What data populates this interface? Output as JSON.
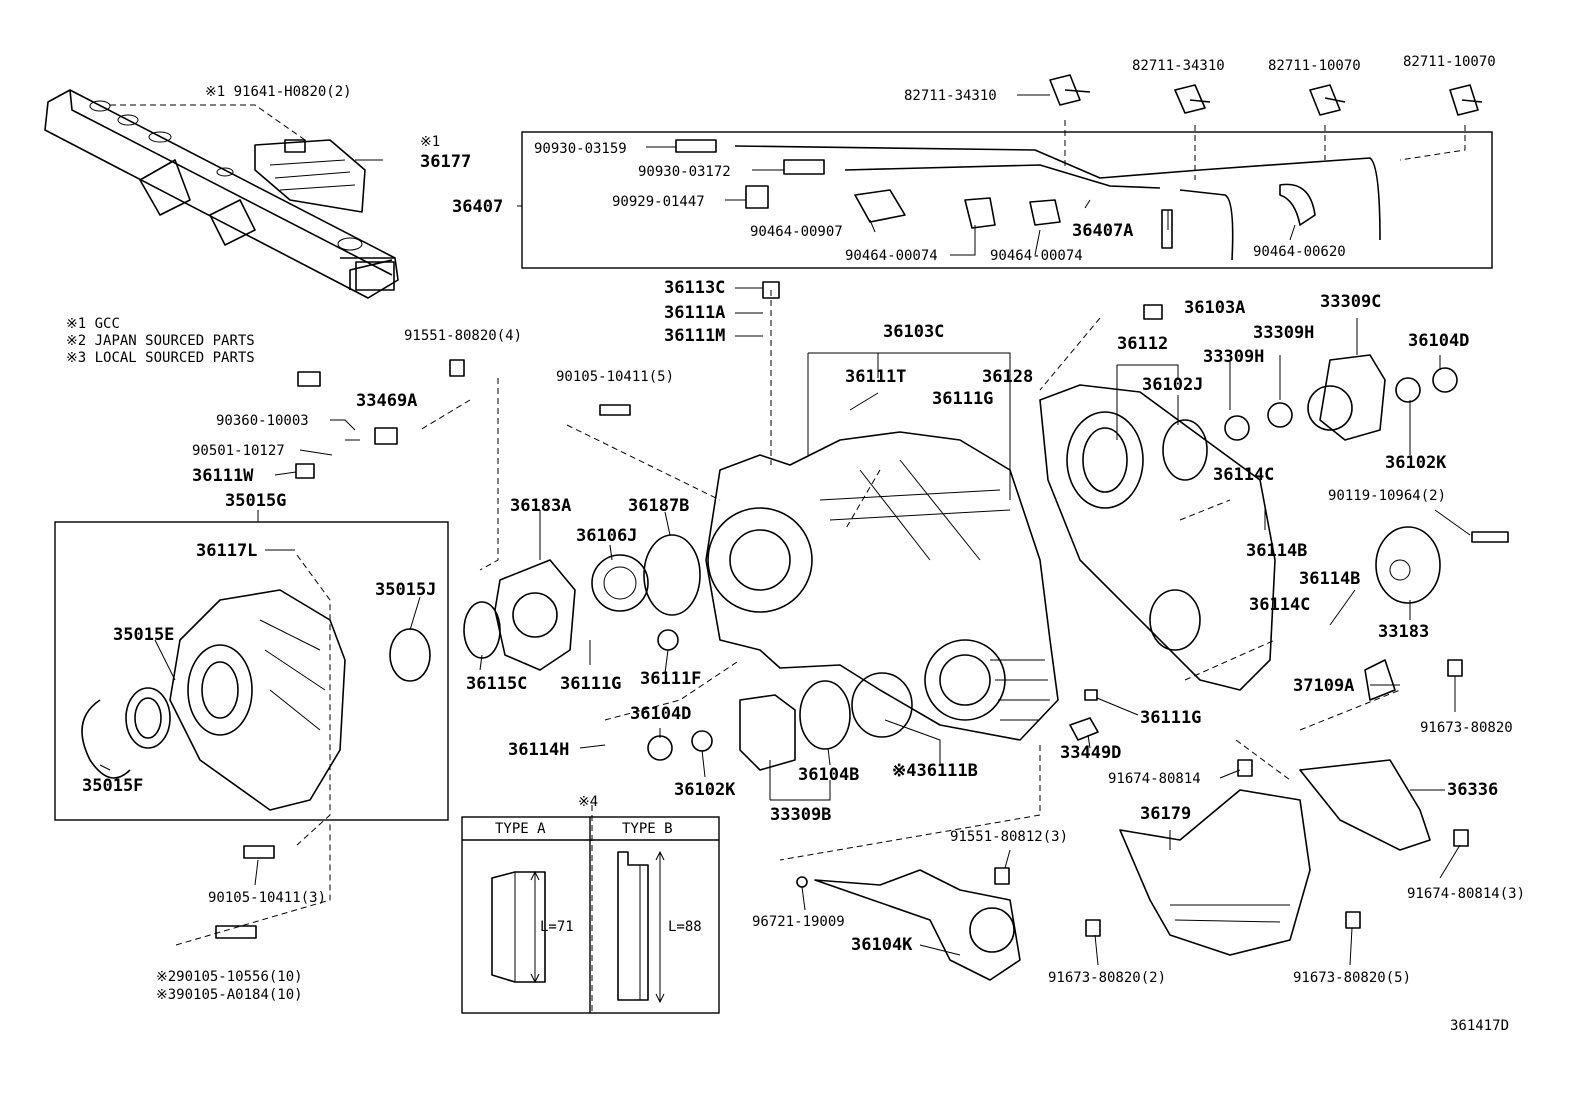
{
  "diagram_id": "361417D",
  "notes": [
    "※1 GCC",
    "※2 JAPAN SOURCED PARTS",
    "※3 LOCAL SOURCED PARTS"
  ],
  "type_box": {
    "marker": "※4",
    "type_a": {
      "title": "TYPE A",
      "length": "L=71"
    },
    "type_b": {
      "title": "TYPE B",
      "length": "L=88"
    }
  },
  "labels": {
    "p91641": "※1  91641-H0820(2)",
    "m1": "※1",
    "p36177": "36177",
    "p36407": "36407",
    "p90930a": "90930-03159",
    "p90930b": "90930-03172",
    "p90929": "90929-01447",
    "p90464a": "90464-00907",
    "p90464b": "90464-00074",
    "p90464c": "90464-00074",
    "p36407A": "36407A",
    "p90464d": "90464-00620",
    "p82711a": "82711-34310",
    "p82711b": "82711-34310",
    "p82711c": "82711-10070",
    "p82711d": "82711-10070",
    "p36113C": "36113C",
    "p36111A": "36111A",
    "p36111M": "36111M",
    "p91551a": "91551-80820(4)",
    "p33469A": "33469A",
    "p90360": "90360-10003",
    "p90501": "90501-10127",
    "p36111W": "36111W",
    "p35015G": "35015G",
    "p90105a": "90105-10411(5)",
    "p36103C": "36103C",
    "p36111T": "36111T",
    "p36128": "36128",
    "p36111G": "36111G",
    "p36103A": "36103A",
    "p33309C": "33309C",
    "p36112": "36112",
    "p33309Ha": "33309H",
    "p33309Hb": "33309H",
    "p36104Da": "36104D",
    "p36102J": "36102J",
    "p36102Ka": "36102K",
    "p36114Ca": "36114C",
    "p90119": "90119-10964(2)",
    "p36114Ba": "36114B",
    "p36114Bb": "36114B",
    "p36114Cb": "36114C",
    "p33183": "33183",
    "p37109A": "37109A",
    "p91673a": "91673-80820",
    "p36117L": "36117L",
    "p35015J": "35015J",
    "p35015E": "35015E",
    "p35015F": "35015F",
    "p36183A": "36183A",
    "p36187B": "36187B",
    "p36106J": "36106J",
    "p36115C": "36115C",
    "p36111Gb": "36111G",
    "p36111F": "36111F",
    "p36104Db": "36104D",
    "p36114H": "36114H",
    "p36102Kb": "36102K",
    "p36104B": "36104B",
    "p33309B": "33309B",
    "p36111B": "※436111B",
    "p36111Gc": "36111G",
    "p33449D": "33449D",
    "p91674a": "91674-80814",
    "p36336": "36336",
    "p36179": "36179",
    "p91674b": "91674-80814(3)",
    "p91551b": "91551-80812(3)",
    "p96721": "96721-19009",
    "p36104K": "36104K",
    "p91673b": "91673-80820(2)",
    "p91673c": "91673-80820(5)",
    "p90105b": "90105-10411(3)",
    "p90105c": "※290105-10556(10)",
    "p90105d": "※390105-A0184(10)"
  }
}
